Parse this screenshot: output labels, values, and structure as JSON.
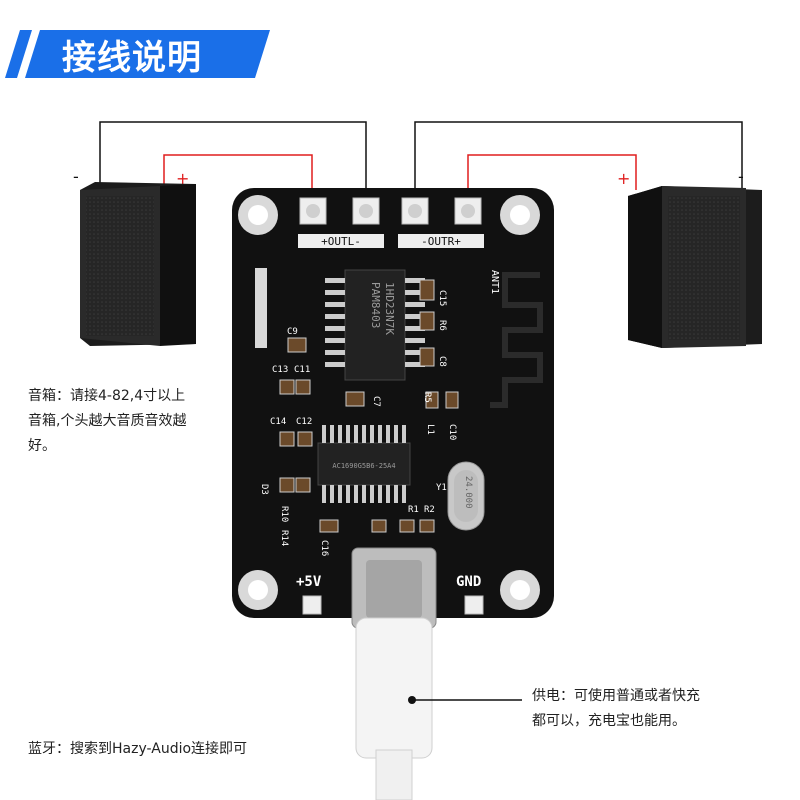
{
  "header": {
    "title": "接线说明"
  },
  "terminals": {
    "left_label": "+OUTL-",
    "right_label": "-OUTR+",
    "minus_left": "-",
    "plus_left": "+",
    "plus_right": "+",
    "minus_right": "-"
  },
  "board": {
    "chip_main": "PAM8403",
    "chip_main_sub": "1HD23N7K",
    "chip_bt": "AC1690G5B6-25A4",
    "antenna": "ANT1",
    "crystal": "24.000",
    "labels": [
      "C15",
      "R6",
      "C8",
      "C9",
      "C11",
      "C13",
      "C7",
      "R5",
      "C10",
      "L1",
      "C14",
      "C12",
      "D3",
      "R10",
      "R14",
      "R1",
      "R2",
      "C16",
      "Y1"
    ],
    "power_plus": "+5V",
    "power_gnd": "GND"
  },
  "notes": {
    "speaker_line1": "音箱：请接4-82,4寸以上",
    "speaker_line2": "音箱,个头越大音质音效越",
    "speaker_line3": "好。",
    "power_line1": "供电：可使用普通或者快充",
    "power_line2": "都可以，充电宝也能用。",
    "bluetooth": "蓝牙：搜索到Hazy-Audio连接即可"
  },
  "colors": {
    "banner": "#1a6fe8",
    "pcb": "#111111",
    "wire_positive": "#e01e1e",
    "wire_negative": "#111111",
    "speaker": "#1c1c1c",
    "cable": "#f4f4f4"
  }
}
